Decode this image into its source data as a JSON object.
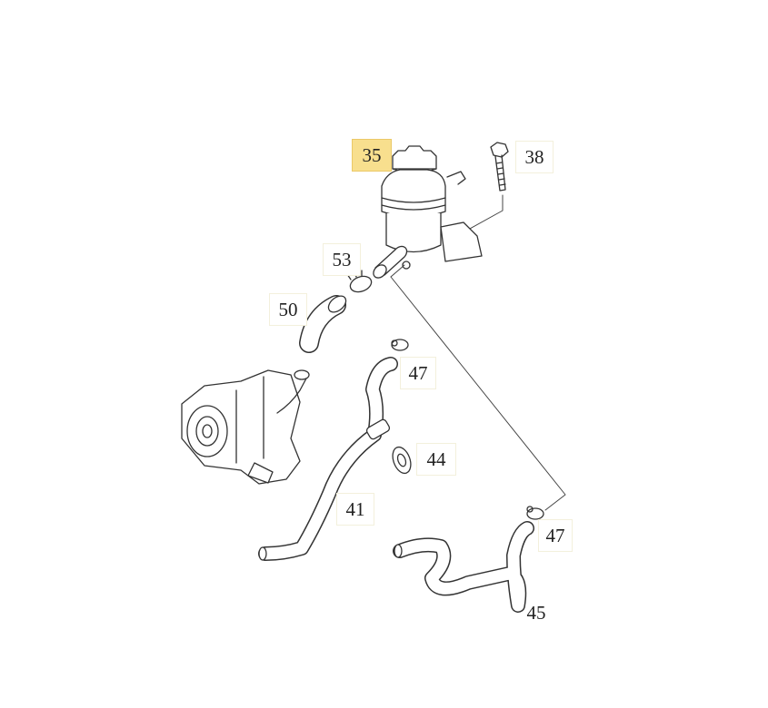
{
  "diagram": {
    "highlight_color": "#f8df8e",
    "callouts": [
      {
        "id": "35",
        "label": "35",
        "highlighted": true
      },
      {
        "id": "38",
        "label": "38",
        "highlighted": false
      },
      {
        "id": "53",
        "label": "53",
        "highlighted": false
      },
      {
        "id": "50",
        "label": "50",
        "highlighted": false
      },
      {
        "id": "47a",
        "label": "47",
        "highlighted": false
      },
      {
        "id": "44",
        "label": "44",
        "highlighted": false
      },
      {
        "id": "41",
        "label": "41",
        "highlighted": false
      },
      {
        "id": "47b",
        "label": "47",
        "highlighted": false
      },
      {
        "id": "45",
        "label": "45",
        "highlighted": false
      }
    ]
  }
}
